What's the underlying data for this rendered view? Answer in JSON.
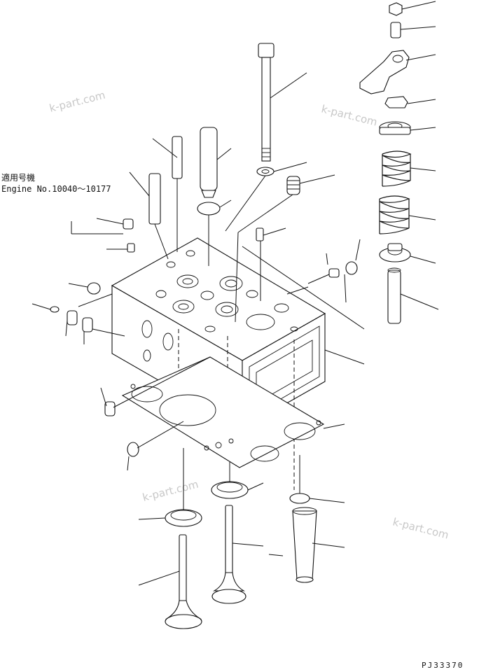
{
  "applicability": {
    "jp_label": "適用号機",
    "engine_range": "Engine No.10040～10177"
  },
  "watermarks": [
    "k-part.com",
    "k-part.com",
    "k-part.com",
    "k-part.com"
  ],
  "drawing_code": "PJ33370",
  "icons": [
    "cylinder-head",
    "head-gasket",
    "valve",
    "valve-seat",
    "valve-guide",
    "valve-spring",
    "rocker-arm",
    "head-bolt",
    "plug",
    "sleeve"
  ]
}
